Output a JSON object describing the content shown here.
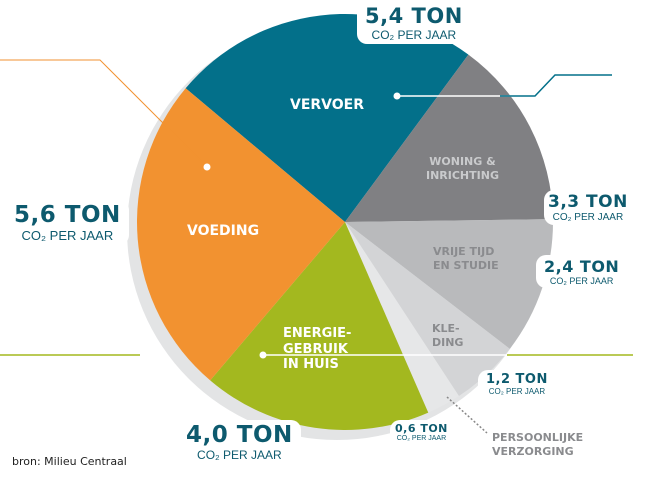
{
  "chart_data": {
    "type": "pie",
    "title": "",
    "unit": "ton CO2 per jaar",
    "slices": [
      {
        "name": "VERVOER",
        "label_lines": [
          "VERVOER"
        ],
        "value": 5.4,
        "value_label": "5,4 TON",
        "color": "#03708a",
        "text_color": "#ffffff"
      },
      {
        "name": "WONING & INRICHTING",
        "label_lines": [
          "WONING &",
          "INRICHTING"
        ],
        "value": 3.3,
        "value_label": "3,3 TON",
        "color": "#808083",
        "text_color": "#c9cacc"
      },
      {
        "name": "VRIJE TIJD EN STUDIE",
        "label_lines": [
          "VRIJE TIJD",
          "EN STUDIE"
        ],
        "value": 2.4,
        "value_label": "2,4 TON",
        "color": "#b9babc",
        "text_color": "#8a8b8e"
      },
      {
        "name": "KLEDING",
        "label_lines": [
          "KLE-",
          "DING"
        ],
        "value": 1.2,
        "value_label": "1,2 TON",
        "color": "#d3d4d6",
        "text_color": "#8a8b8e"
      },
      {
        "name": "PERSOONLIJKE VERZORGING",
        "label_lines": [
          "PERSOONLIJKE",
          "VERZORGING"
        ],
        "value": 0.6,
        "value_label": "0,6 TON",
        "color": "#e6e7e8",
        "text_color": "#8a8b8e"
      },
      {
        "name": "ENERGIEGEBRUIK IN HUIS",
        "label_lines": [
          "ENERGIE-",
          "GEBRUIK",
          "IN HUIS"
        ],
        "value": 4.0,
        "value_label": "4,0 TON",
        "color": "#a3b81f",
        "text_color": "#ffffff"
      },
      {
        "name": "VOEDING",
        "label_lines": [
          "VOEDING"
        ],
        "value": 5.6,
        "value_label": "5,6 TON",
        "color": "#f29230",
        "text_color": "#ffffff"
      }
    ],
    "per_year_label": "CO₂ PER JAAR"
  },
  "source": "bron: Milieu Centraal"
}
